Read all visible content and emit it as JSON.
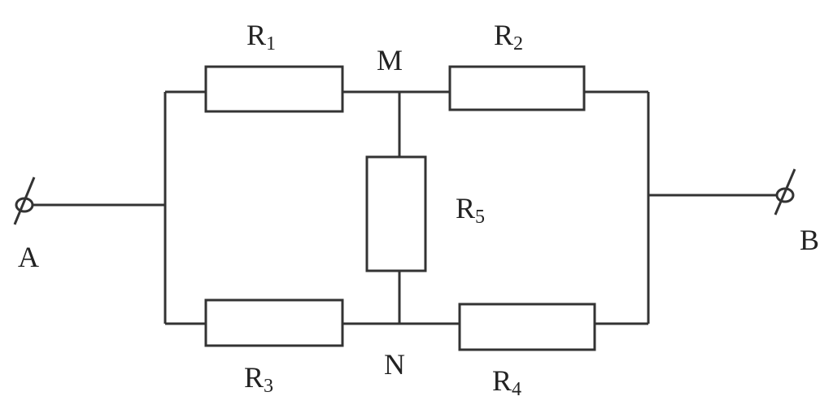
{
  "terminals": {
    "a": "A",
    "b": "B"
  },
  "nodes": {
    "m": "M",
    "n": "N"
  },
  "resistors": {
    "r1": {
      "base": "R",
      "sub": "1"
    },
    "r2": {
      "base": "R",
      "sub": "2"
    },
    "r3": {
      "base": "R",
      "sub": "3"
    },
    "r4": {
      "base": "R",
      "sub": "4"
    },
    "r5": {
      "base": "R",
      "sub": "5"
    }
  }
}
